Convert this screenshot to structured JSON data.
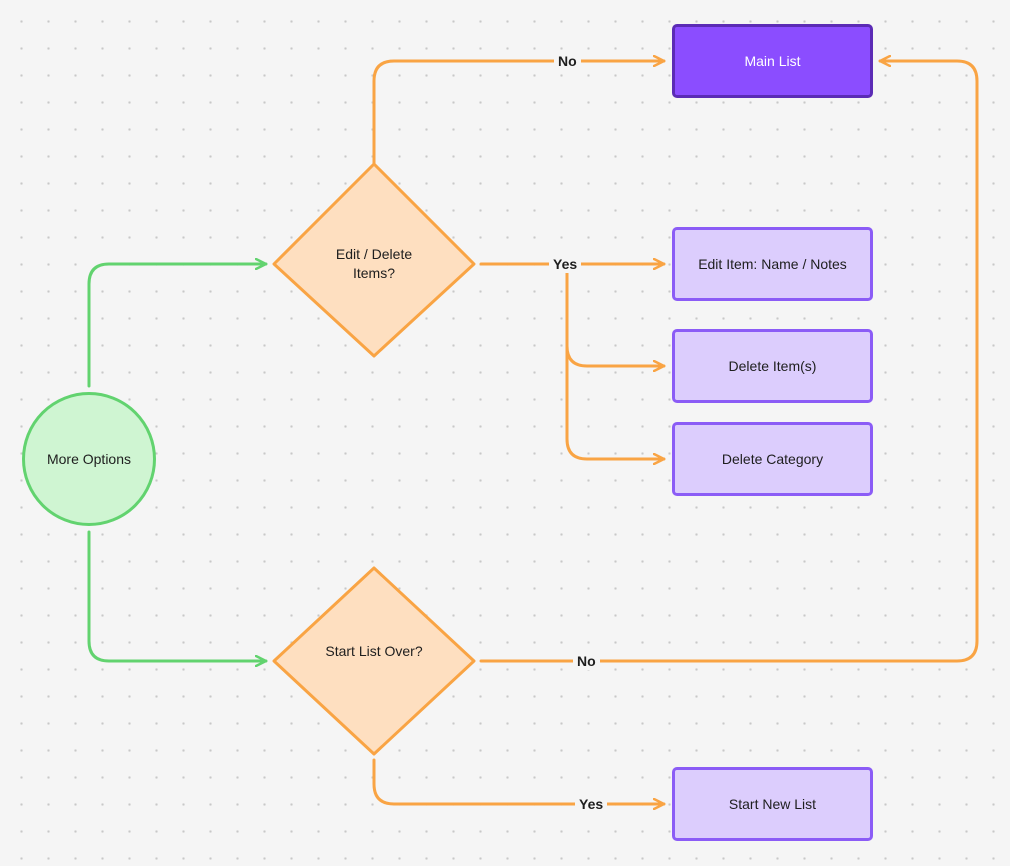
{
  "nodes": {
    "main_list": "Main List",
    "edit_delete": "Edit / Delete Items?",
    "edit_item": "Edit Item: Name / Notes",
    "delete_items": "Delete Item(s)",
    "delete_category": "Delete Category",
    "more_options": "More Options",
    "start_over": "Start List Over?",
    "start_new": "Start New List"
  },
  "edges": {
    "edit_no": "No",
    "edit_yes": "Yes",
    "start_no": "No",
    "start_yes": "Yes"
  },
  "colors": {
    "decision_stroke": "#f9a444",
    "decision_fill": "#fedfc0",
    "process_stroke": "#8b5cf6",
    "process_fill": "#dccdfd",
    "start_stroke": "#62d36f",
    "start_fill": "#cff5d2",
    "primary_fill": "#8b4dff"
  }
}
